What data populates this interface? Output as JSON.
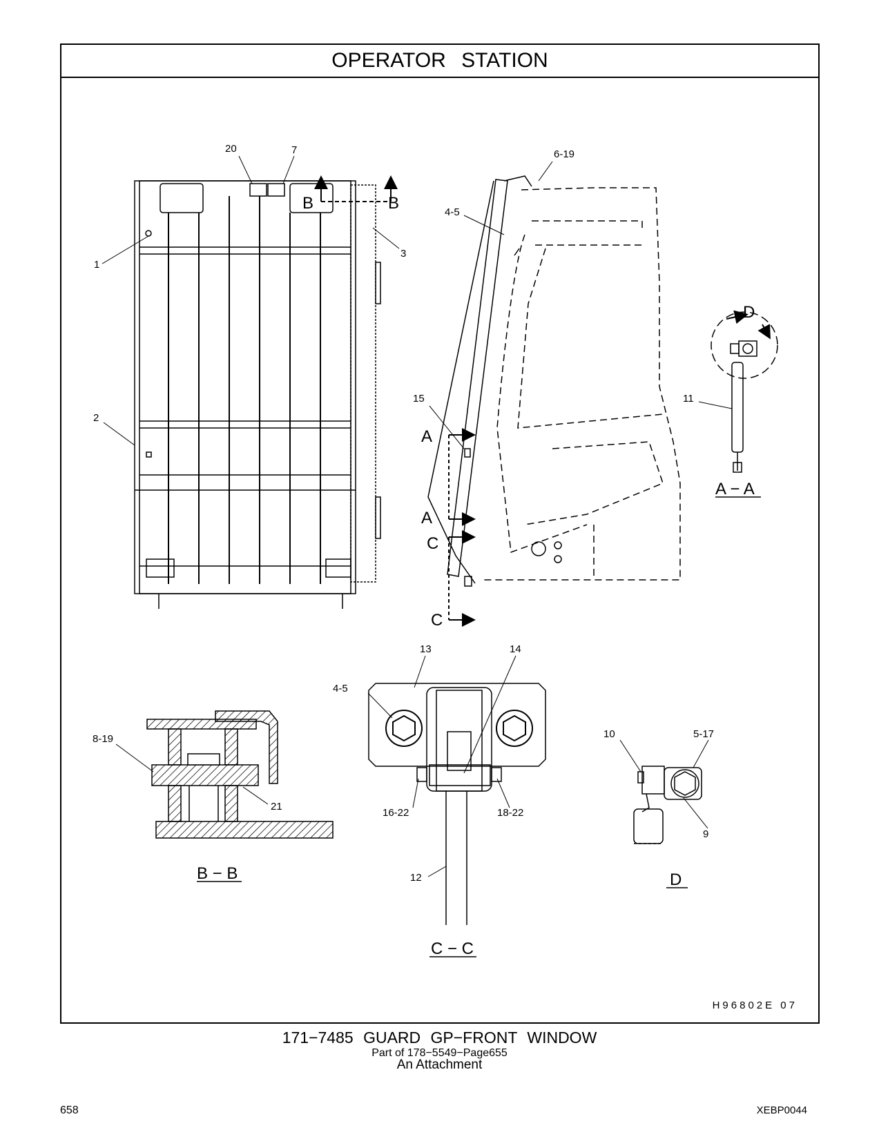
{
  "header": {
    "title": "OPERATOR   STATION"
  },
  "illustration_code": "H96802E   07",
  "callouts": {
    "c20": "20",
    "c7": "7",
    "c6_19": "6-19",
    "c4_5a": "4-5",
    "c1": "1",
    "c3": "3",
    "c2": "2",
    "c15": "15",
    "c11": "11",
    "c13": "13",
    "c14": "14",
    "c4_5b": "4-5",
    "c8_19": "8-19",
    "c21": "21",
    "c16_22": "16-22",
    "c18_22": "18-22",
    "c12": "12",
    "c10": "10",
    "c5_17": "5-17",
    "c9": "9"
  },
  "section_letters": {
    "b1": "B",
    "b2": "B",
    "a1": "A",
    "a2": "A",
    "c1": "C",
    "c2": "C",
    "d": "D"
  },
  "section_views": {
    "aa": "A − A",
    "bb": "B − B",
    "cc": "C − C",
    "d": "D"
  },
  "caption": {
    "line1": "171−7485   GUARD  GP−FRONT  WINDOW",
    "line2": "Part of 178−5549−Page655",
    "line3": "An Attachment"
  },
  "footer": {
    "page_number": "658",
    "doc_code": "XEBP0044"
  }
}
